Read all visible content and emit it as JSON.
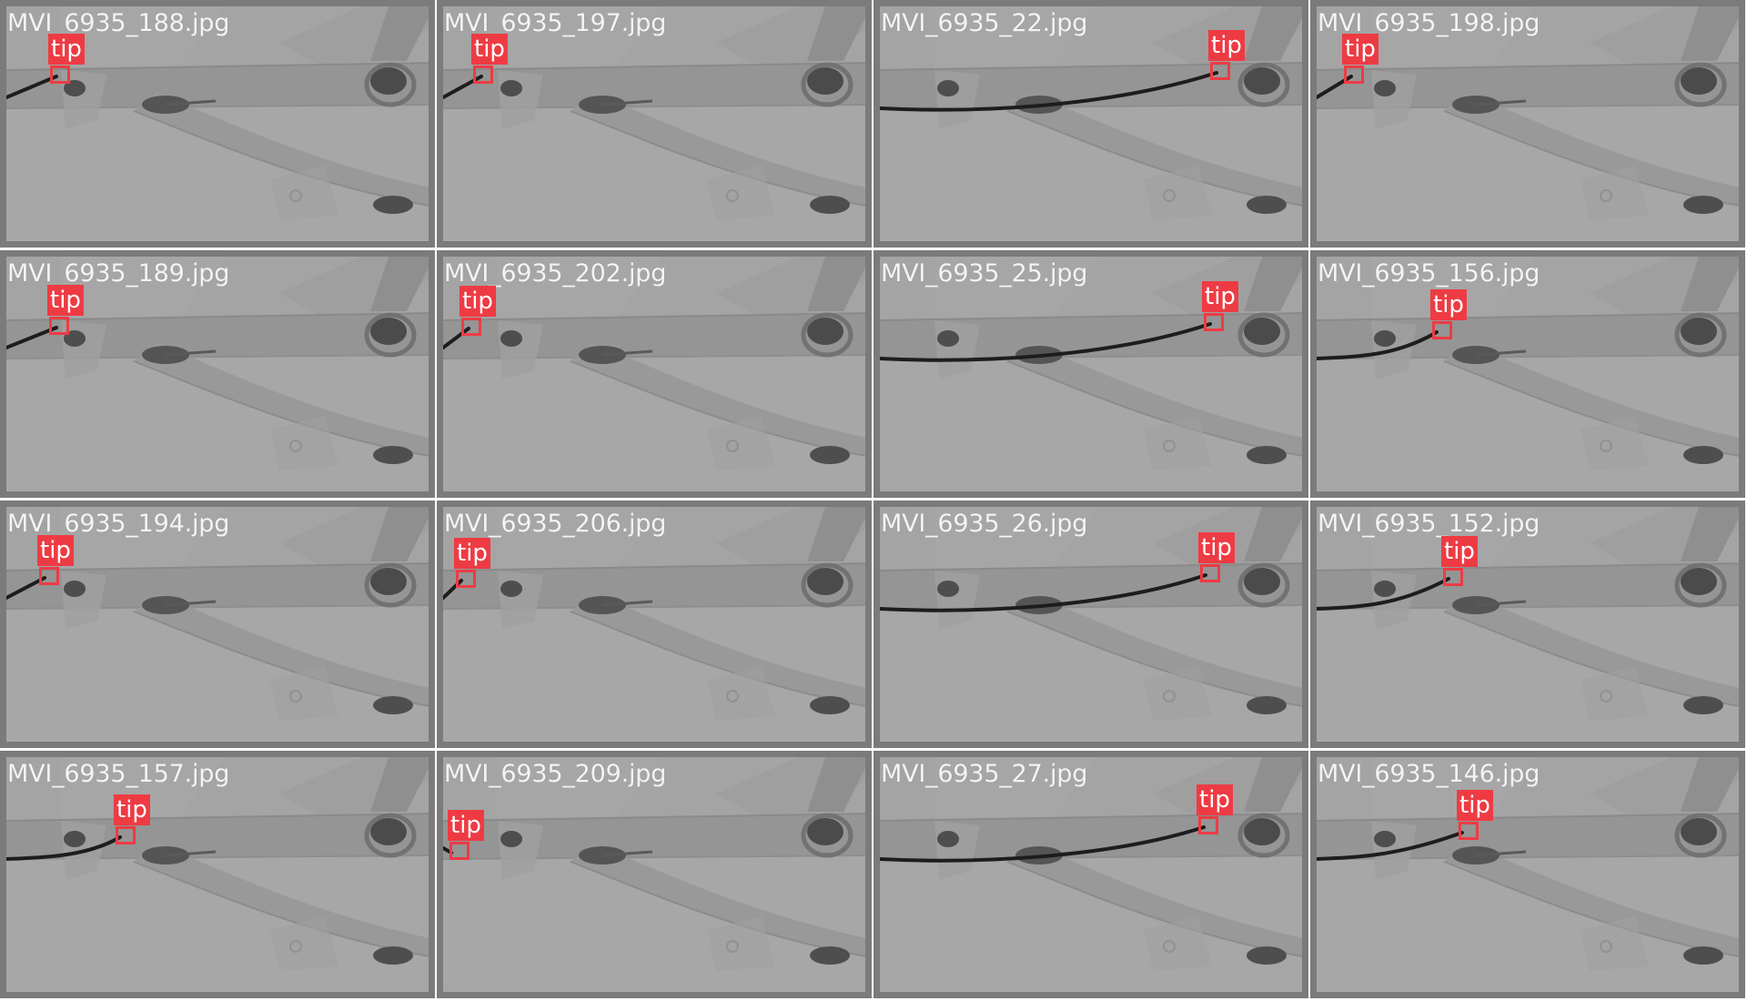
{
  "grid": {
    "columns": 4,
    "rows": 4,
    "frame_color": "#7b7b7b",
    "detection_color": "#ee3b43",
    "image_content": "grayscale video frame of transparent vessel branch with catheter wire"
  },
  "tiles": [
    {
      "filename": "MVI_6935_188.jpg",
      "detection": {
        "label": "tip"
      }
    },
    {
      "filename": "MVI_6935_197.jpg",
      "detection": {
        "label": "tip"
      }
    },
    {
      "filename": "MVI_6935_22.jpg",
      "detection": {
        "label": "tip"
      }
    },
    {
      "filename": "MVI_6935_198.jpg",
      "detection": {
        "label": "tip"
      }
    },
    {
      "filename": "MVI_6935_189.jpg",
      "detection": {
        "label": "tip"
      }
    },
    {
      "filename": "MVI_6935_202.jpg",
      "detection": {
        "label": "tip"
      }
    },
    {
      "filename": "MVI_6935_25.jpg",
      "detection": {
        "label": "tip"
      }
    },
    {
      "filename": "MVI_6935_156.jpg",
      "detection": {
        "label": "tip"
      }
    },
    {
      "filename": "MVI_6935_194.jpg",
      "detection": {
        "label": "tip"
      }
    },
    {
      "filename": "MVI_6935_206.jpg",
      "detection": {
        "label": "tip"
      }
    },
    {
      "filename": "MVI_6935_26.jpg",
      "detection": {
        "label": "tip"
      }
    },
    {
      "filename": "MVI_6935_152.jpg",
      "detection": {
        "label": "tip"
      }
    },
    {
      "filename": "MVI_6935_157.jpg",
      "detection": {
        "label": "tip"
      }
    },
    {
      "filename": "MVI_6935_209.jpg",
      "detection": {
        "label": "tip"
      }
    },
    {
      "filename": "MVI_6935_27.jpg",
      "detection": {
        "label": "tip"
      }
    },
    {
      "filename": "MVI_6935_146.jpg",
      "detection": {
        "label": "tip"
      }
    }
  ]
}
